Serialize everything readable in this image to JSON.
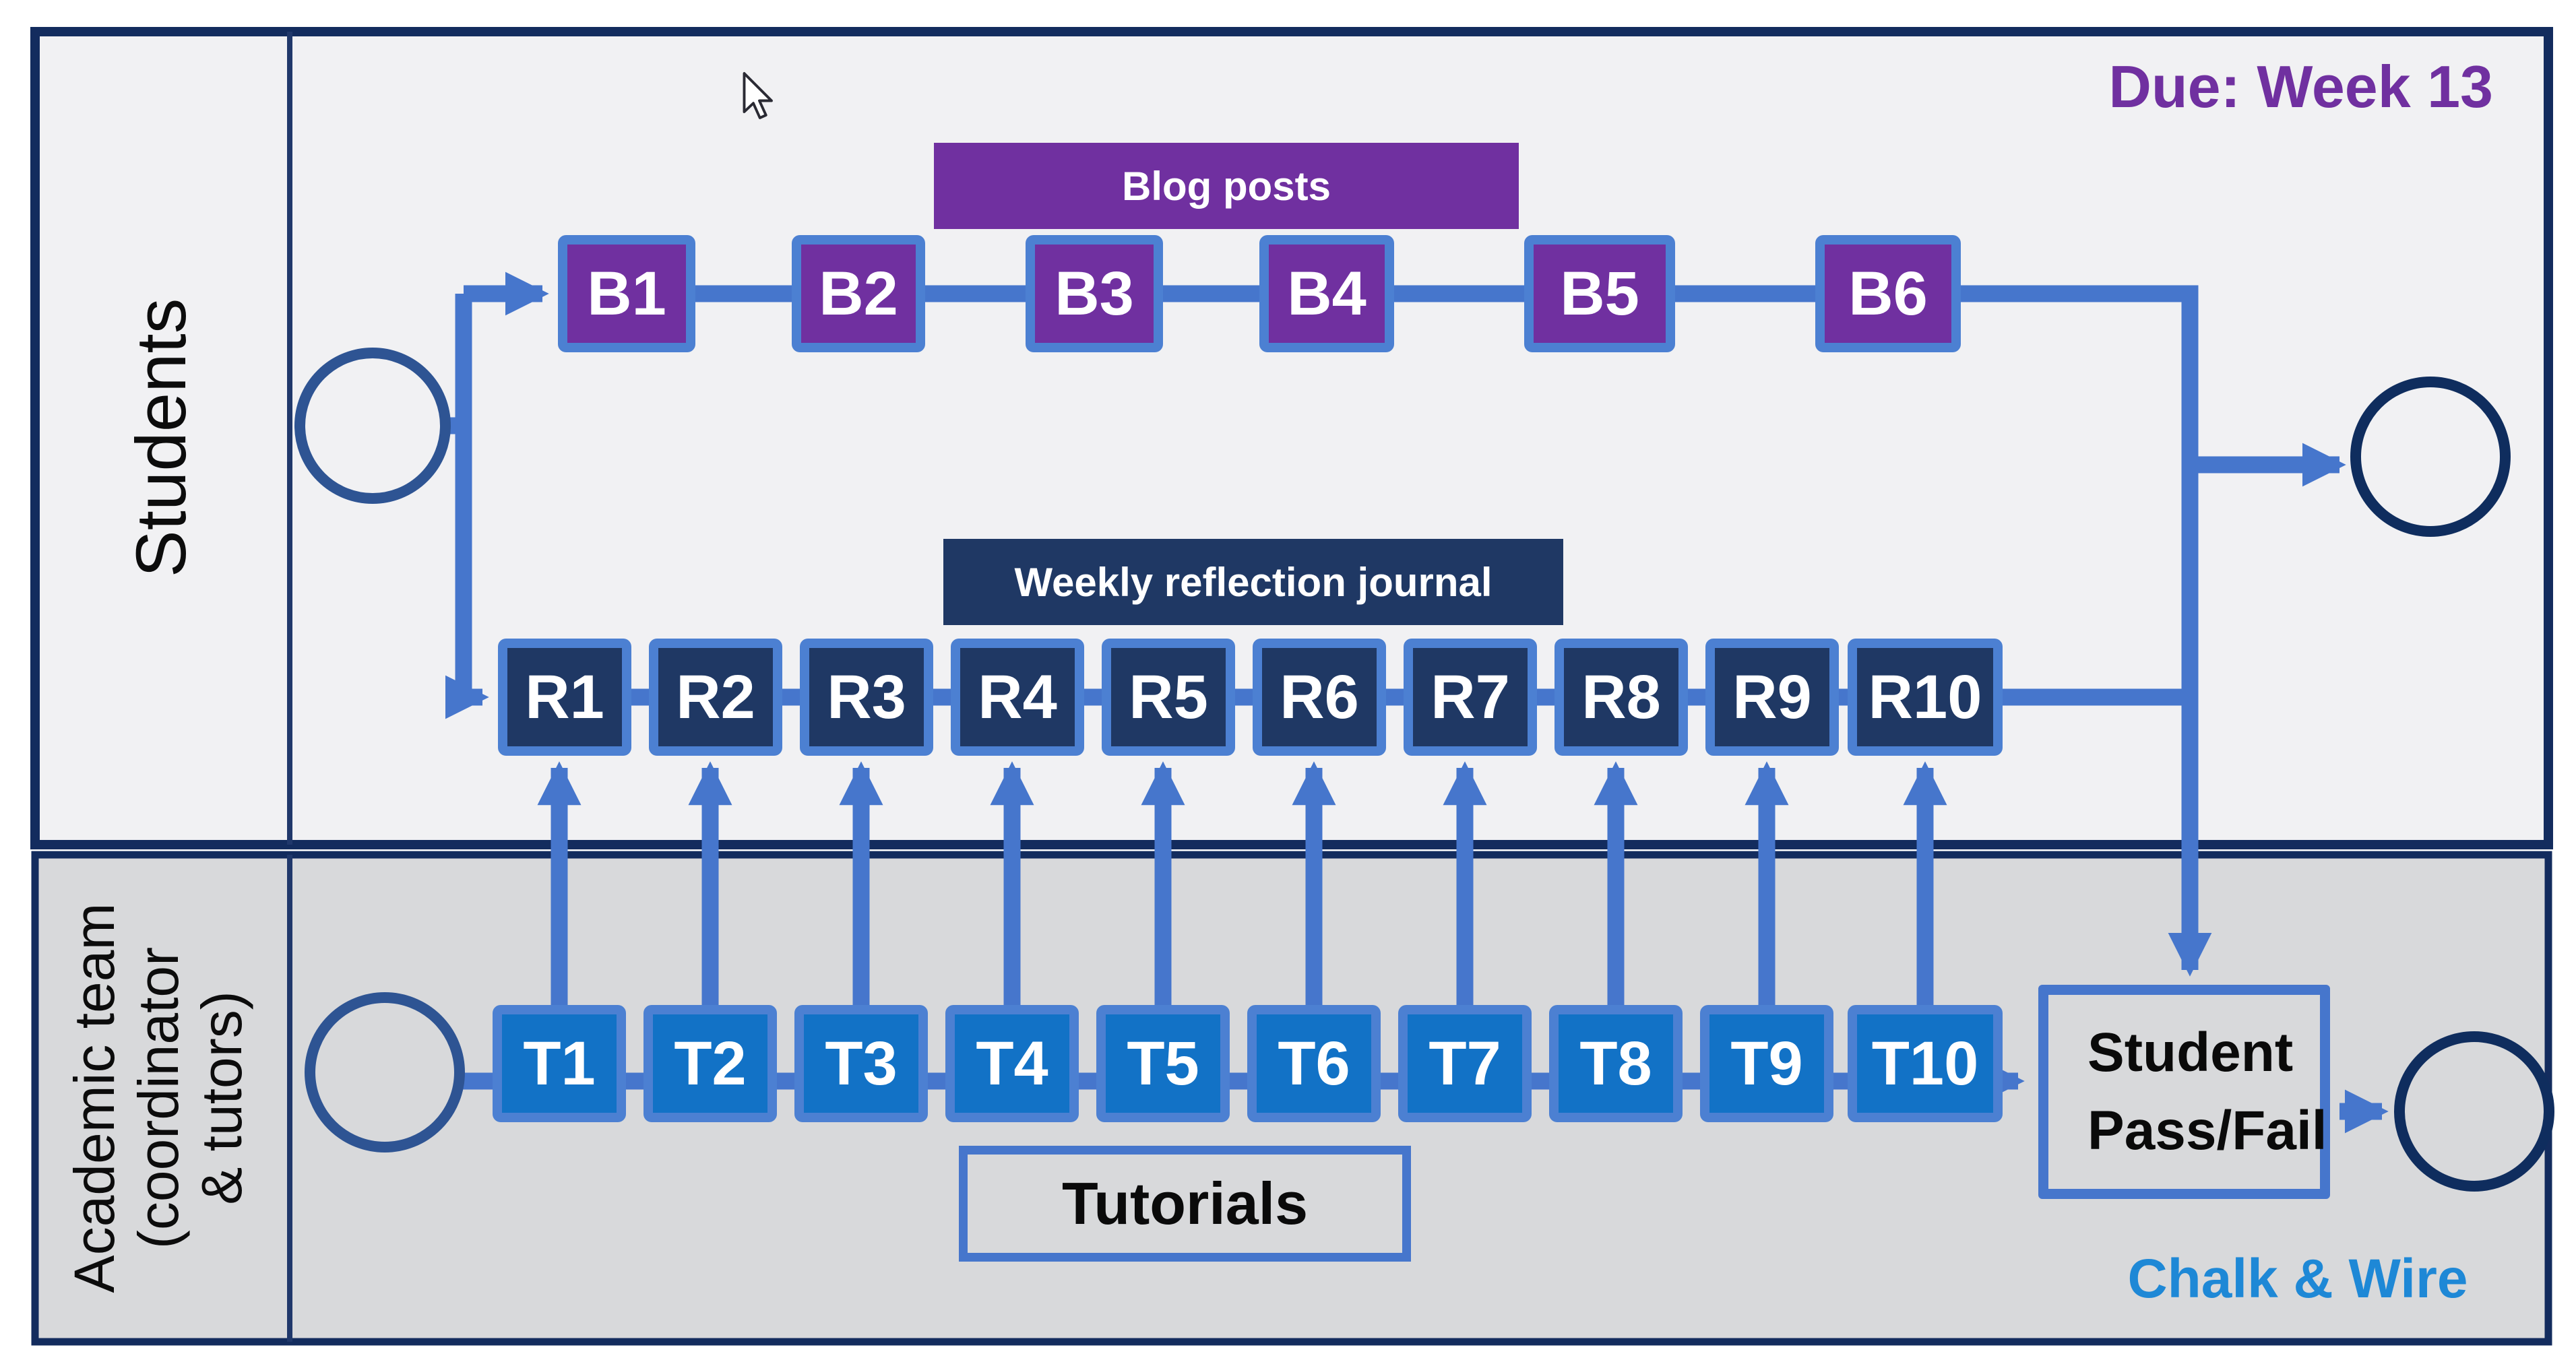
{
  "meta": {
    "due_label": "Due: Week 13",
    "platform_label": "Chalk & Wire"
  },
  "lanes": {
    "students": {
      "label": "Students"
    },
    "academic": {
      "lines": [
        "Academic team",
        "(coordinator",
        "& tutors)"
      ]
    }
  },
  "groups": {
    "blog": "Blog posts",
    "journal": "Weekly reflection journal",
    "tutorials": "Tutorials"
  },
  "nodes": {
    "blog": [
      "B1",
      "B2",
      "B3",
      "B4",
      "B5",
      "B6"
    ],
    "journal": [
      "R1",
      "R2",
      "R3",
      "R4",
      "R5",
      "R6",
      "R7",
      "R8",
      "R9",
      "R10"
    ],
    "tutorial": [
      "T1",
      "T2",
      "T3",
      "T4",
      "T5",
      "T6",
      "T7",
      "T8",
      "T9",
      "T10"
    ]
  },
  "decision": {
    "line1": "Student",
    "line2": "Pass/Fail"
  },
  "colors": {
    "purple": "#7030A0",
    "navy": "#1F3864",
    "bright_blue": "#1272C6",
    "connector_blue": "#4676CC",
    "pool_border": "#132C5E",
    "due_text": "#7030A0",
    "chalkwire_text": "#1E88D6",
    "students_lane_fill": "#F1F1F3",
    "academic_lane_fill": "#D8D9DB"
  }
}
